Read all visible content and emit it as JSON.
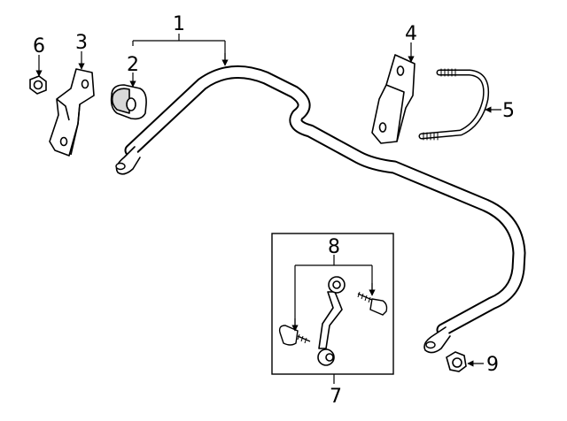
{
  "callouts": [
    {
      "id": "1",
      "label": "1",
      "part": "stabilizer-bar"
    },
    {
      "id": "2",
      "label": "2",
      "part": "bushing"
    },
    {
      "id": "3",
      "label": "3",
      "part": "bracket"
    },
    {
      "id": "4",
      "label": "4",
      "part": "bracket"
    },
    {
      "id": "5",
      "label": "5",
      "part": "u-bolt"
    },
    {
      "id": "6",
      "label": "6",
      "part": "nut"
    },
    {
      "id": "7",
      "label": "7",
      "part": "stabilizer-link-kit"
    },
    {
      "id": "8",
      "label": "8",
      "part": "stabilizer-link"
    },
    {
      "id": "9",
      "label": "9",
      "part": "nut"
    }
  ],
  "colors": {
    "line": "#000000",
    "fill": "#ffffff",
    "shade": "#d8d8d8"
  }
}
